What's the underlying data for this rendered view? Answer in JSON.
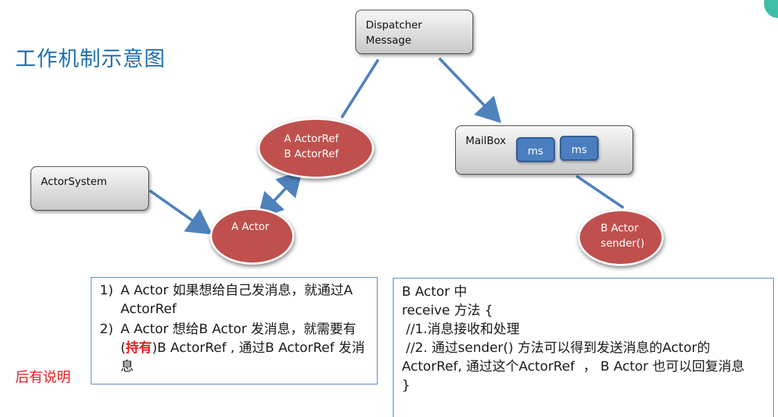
{
  "title": "工作机制示意图",
  "nodes": {
    "dispatcher": "Dispatcher\nMessage",
    "actor_system": "ActorSystem",
    "actor_refs": "A ActorRef\nB ActorRef",
    "a_actor": "A Actor",
    "mailbox": "MailBox",
    "ms_1": "ms",
    "ms_2": "ms",
    "b_actor": "B Actor\nsender()"
  },
  "left_note": {
    "item1_num": "1)",
    "item1": "A Actor 如果想给自己发消息，就通过A ActorRef",
    "item2_num": "2)",
    "item2_pre": "A Actor 想给B Actor 发消息，就需要有(",
    "item2_em": "持有",
    "item2_post": ")B  ActorRef , 通过B ActorRef 发消息"
  },
  "right_note": {
    "line1": "B Actor 中",
    "line2": "receive 方法 {",
    "line3": " //1.消息接收和处理",
    "line4": " //2. 通过sender() 方法可以得到发送消息的Actor的ActorRef, 通过这个ActorRef  ， B Actor 也可以回复消息",
    "line5": "}"
  },
  "side_label": "后有说明",
  "colors": {
    "title": "#1f6fb0",
    "arrow": "#4f81bd",
    "node_fill": "#c0504d",
    "ms_fill": "#4a7ebf",
    "highlight": "#e02020"
  }
}
